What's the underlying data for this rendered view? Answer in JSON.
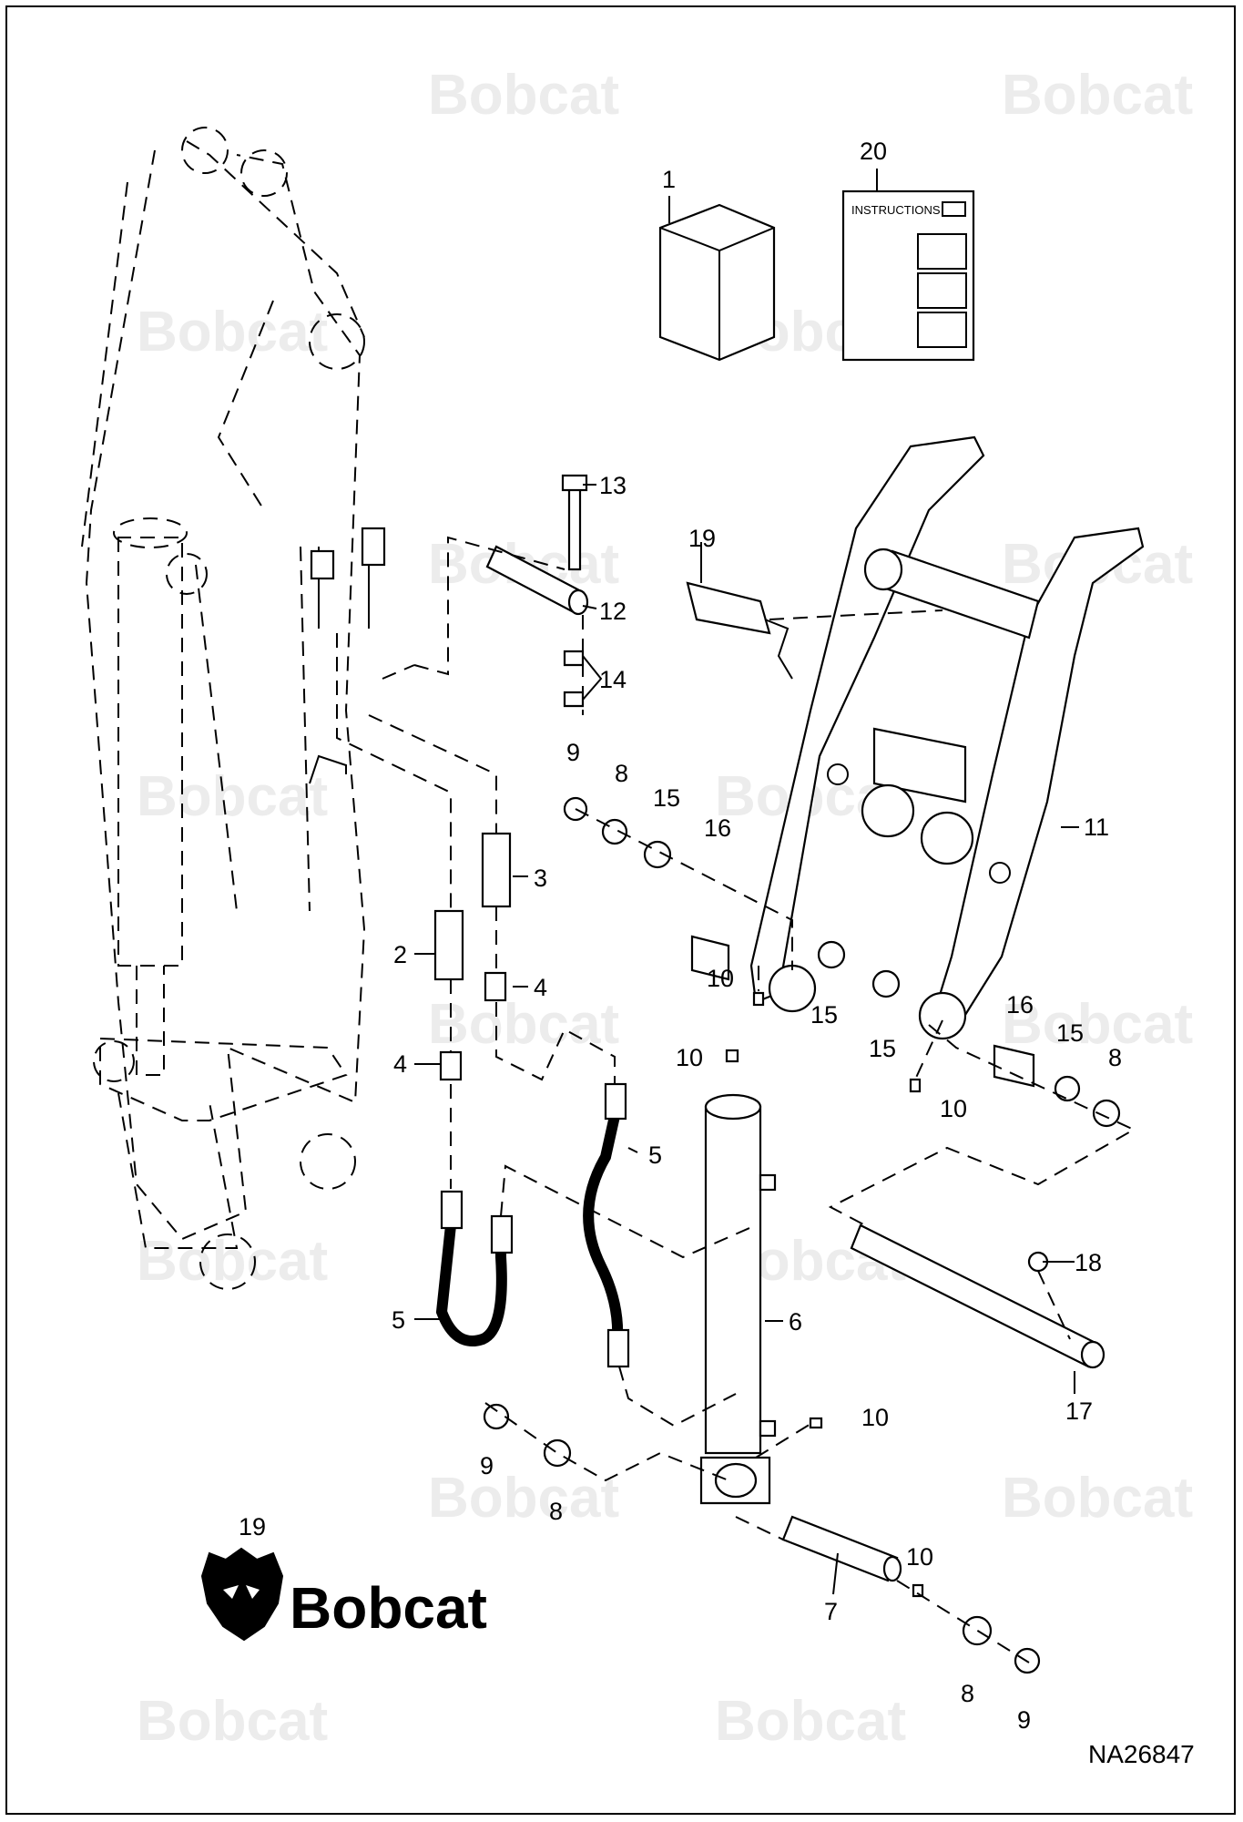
{
  "diagram": {
    "drawing_number": "NA26847",
    "watermark_text": "Bobcat",
    "logo_text": "Bobcat",
    "instructions_title": "INSTRUCTIONS",
    "callouts": {
      "c1": "1",
      "c2": "2",
      "c3": "3",
      "c4a": "4",
      "c4b": "4",
      "c5a": "5",
      "c5b": "5",
      "c6": "6",
      "c7": "7",
      "c8a": "8",
      "c8b": "8",
      "c8c": "8",
      "c8d": "8",
      "c9a": "9",
      "c9b": "9",
      "c9c": "9",
      "c10a": "10",
      "c10b": "10",
      "c10c": "10",
      "c10d": "10",
      "c10e": "10",
      "c11": "11",
      "c12": "12",
      "c13": "13",
      "c14": "14",
      "c15a": "15",
      "c15b": "15",
      "c15c": "15",
      "c15d": "15",
      "c16a": "16",
      "c16b": "16",
      "c17": "17",
      "c18": "18",
      "c19a": "19",
      "c19b": "19",
      "c20": "20"
    }
  }
}
